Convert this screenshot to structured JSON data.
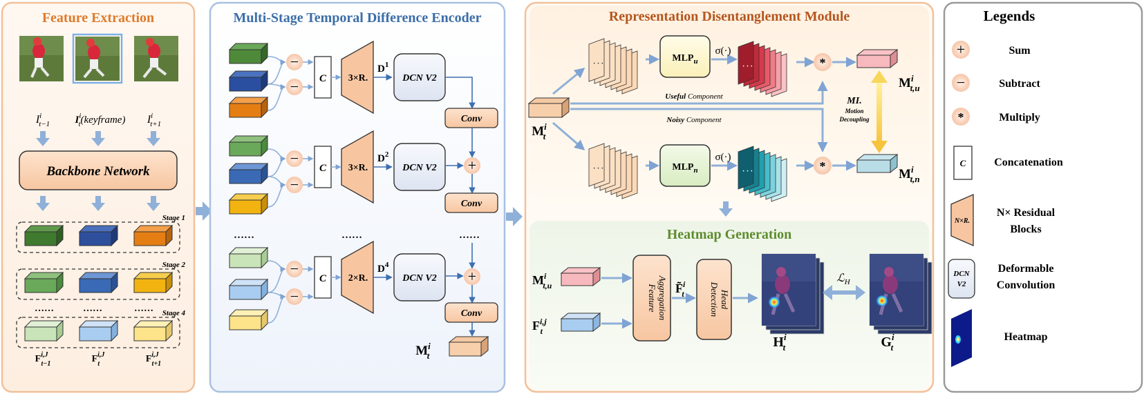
{
  "panels": {
    "feature_extraction": {
      "title": "Feature Extraction",
      "labels": {
        "prev": "I",
        "prev_sub": "t−1",
        "key": "I",
        "key_note": "(keyframe)",
        "key_sub": "t",
        "next": "I",
        "next_sub": "t+1",
        "sup": "i"
      },
      "backbone": "Backbone Network",
      "stages": [
        "Stage 1",
        "Stage 2",
        "Stage 4"
      ],
      "dots": "……",
      "features": {
        "base": "F",
        "sup": "i,J",
        "subs": [
          "t−1",
          "t",
          "t+1"
        ]
      }
    },
    "mstde": {
      "title": "Multi-Stage Temporal Difference Encoder",
      "concat": "C",
      "residual": [
        "3×R.",
        "3×R.",
        "2×R."
      ],
      "diffs": [
        "D",
        "D",
        "D"
      ],
      "diff_sups": [
        "1",
        "2",
        "4"
      ],
      "dcn": "DCN V2",
      "conv": "Conv",
      "dots": "……",
      "output": {
        "base": "M",
        "sup": "i",
        "sub": "t"
      }
    },
    "rdm": {
      "title": "Representation Disentanglement Module",
      "mlp_u": "MLP",
      "mlp_u_sub": "u",
      "mlp_n": "MLP",
      "mlp_n_sub": "n",
      "sigma": "σ(·)",
      "useful": "Useful",
      "useful_suffix": " Component",
      "noisy": "Noisy",
      "noisy_suffix": " Component",
      "mi": "MI.",
      "mi_sub1": "Motion",
      "mi_sub2": "Decoupling",
      "input": {
        "base": "M",
        "sup": "i",
        "sub": "t"
      },
      "out_u": {
        "base": "M",
        "sup": "i",
        "sub": "t,u"
      },
      "out_n": {
        "base": "M",
        "sup": "i",
        "sub": "t,n"
      },
      "multiply": "*",
      "dots": "· · ·"
    },
    "heatmap": {
      "title": "Heatmap Generation",
      "in1": {
        "base": "M",
        "sup": "i",
        "sub": "t,u"
      },
      "in2": {
        "base": "F",
        "sup": "i,j",
        "sub": "t"
      },
      "agg1": "Feature",
      "agg2": "Aggregation",
      "ftilde": {
        "base": "F̃",
        "sup": "i",
        "sub": "t"
      },
      "det1": "Detection",
      "det2": "Head",
      "loss": "ℒ",
      "loss_sub": "H",
      "pred": {
        "base": "H",
        "sup": "i",
        "sub": "t"
      },
      "gt": {
        "base": "G",
        "sup": "i",
        "sub": "t"
      }
    },
    "legends": {
      "title": "Legends",
      "items": {
        "sum": "Sum",
        "subtract": "Subtract",
        "multiply": "Multiply",
        "concat": "Concatenation",
        "res1": "N× Residual",
        "res2": "Blocks",
        "def1": "Deformable",
        "def2": "Convolution",
        "heatmap": "Heatmap"
      },
      "symbols": {
        "plus": "+",
        "minus": "−",
        "star": "*",
        "c": "C",
        "nxr": "N×R.",
        "dcn1": "DCN",
        "dcn2": "V2"
      }
    }
  },
  "colors": {
    "orange_title": "#e07a2a",
    "blue_title": "#3b6ea8",
    "brown_title": "#b4561f",
    "green_title": "#5e8c2f",
    "arrow": "#8fb0d8",
    "salmon": "#f9d2b4"
  }
}
